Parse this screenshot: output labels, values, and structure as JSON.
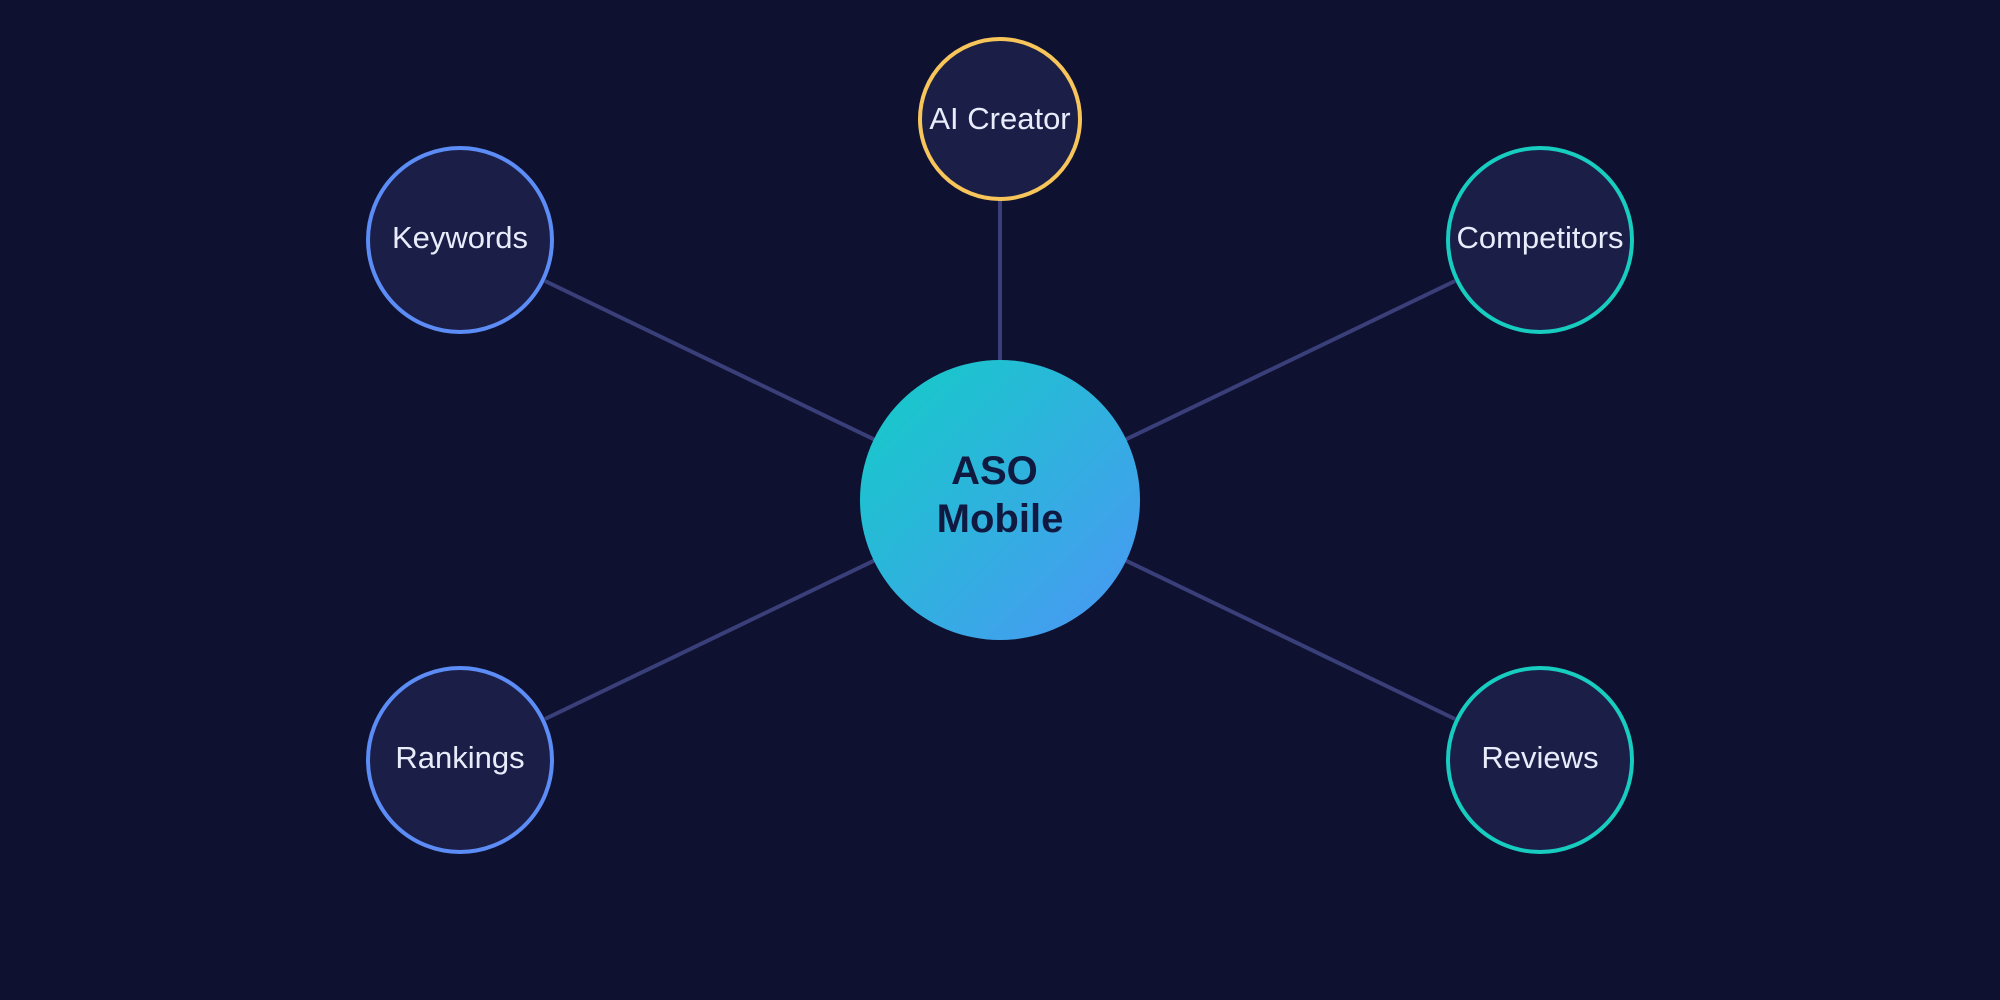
{
  "colors": {
    "background": "#0e1230",
    "node_fill": "#1b1f48",
    "connector": "#3a3f7a",
    "text_light": "#e8ecfb",
    "text_dark": "#101a40",
    "gradient_start": "#12cdc6",
    "gradient_end": "#4c96f6",
    "ring_blue": "#5c8df7",
    "ring_teal": "#17cdc0",
    "ring_gold": "#f8c55a"
  },
  "hub": {
    "lines": [
      "ASO",
      "Mobile"
    ]
  },
  "nodes": [
    {
      "id": "ai-creator",
      "label": "AI Creator",
      "ring": "ring_gold"
    },
    {
      "id": "keywords",
      "label": "Keywords",
      "ring": "ring_blue"
    },
    {
      "id": "competitors",
      "label": "Competitors",
      "ring": "ring_teal"
    },
    {
      "id": "rankings",
      "label": "Rankings",
      "ring": "ring_blue"
    },
    {
      "id": "reviews",
      "label": "Reviews",
      "ring": "ring_teal"
    }
  ]
}
